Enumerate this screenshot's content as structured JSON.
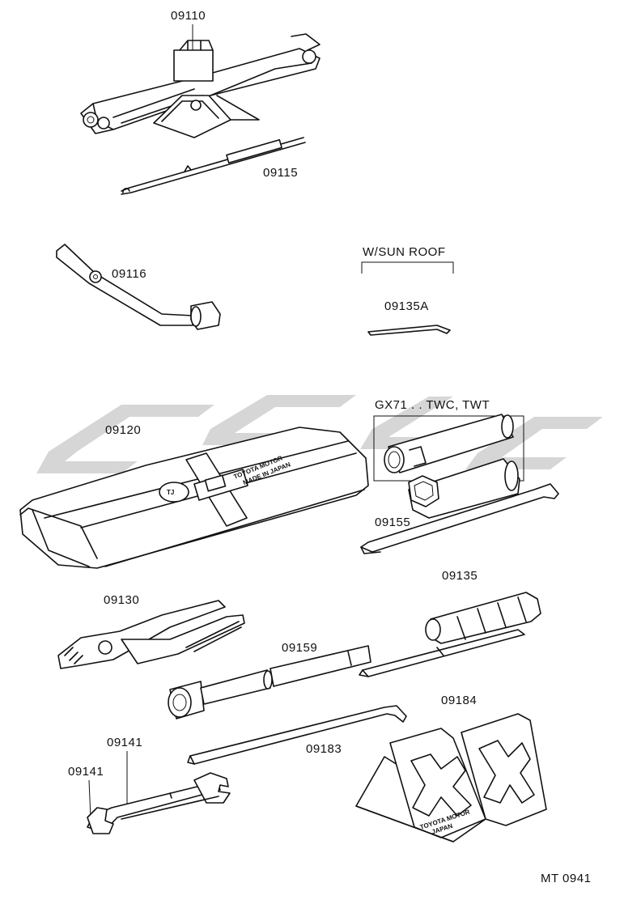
{
  "diagram": {
    "parts": [
      {
        "id": "jack",
        "label": "09110"
      },
      {
        "id": "jack-handle",
        "label": "09115"
      },
      {
        "id": "wheel-nut-wrench",
        "label": "09116"
      },
      {
        "id": "sunroof-tool",
        "label": "09135A"
      },
      {
        "id": "tool-bag",
        "label": "09120"
      },
      {
        "id": "spark-plug-wrench",
        "label": "09155"
      },
      {
        "id": "pliers",
        "label": "09130"
      },
      {
        "id": "screwdriver",
        "label": "09135"
      },
      {
        "id": "socket-wrench",
        "label": "09159"
      },
      {
        "id": "wrench-a",
        "label": "09141"
      },
      {
        "id": "wrench-b",
        "label": "09141"
      },
      {
        "id": "pry-bar",
        "label": "09183"
      },
      {
        "id": "wheel-chocks",
        "label": "09184"
      }
    ],
    "notes": {
      "sunroof": "W/SUN ROOF",
      "gx71": "GX71 . . TWC, TWT"
    },
    "stamps": {
      "bag_line1": "TOYOTA MOTOR",
      "bag_line2": "MADE IN JAPAN",
      "chock_line1": "TOYOTA MOTOR",
      "chock_line2": "JAPAN"
    },
    "figure_code": "MT 0941"
  },
  "colors": {
    "line": "#111111",
    "watermark": "#c8c8c8",
    "background": "#ffffff"
  }
}
